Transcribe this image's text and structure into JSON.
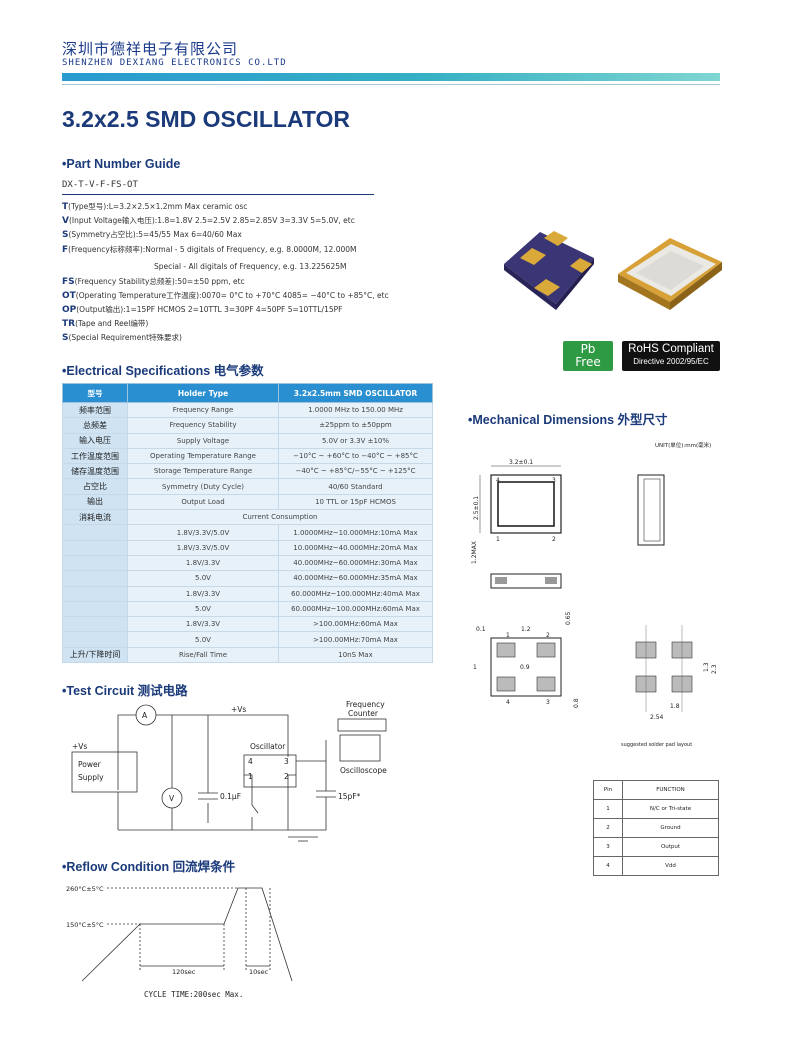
{
  "header": {
    "company_cn": "深圳市德祥电子有限公司",
    "company_en": "SHENZHEN DEXIANG ELECTRONICS CO.LTD",
    "title": "3.2x2.5 SMD OSCILLATOR"
  },
  "part_number": {
    "heading": "•Part Number Guide",
    "code": "DX-T-V-F-FS-OT",
    "lines": [
      {
        "key": "T",
        "text": "(Type型号):L=3.2×2.5×1.2mm Max ceramic osc"
      },
      {
        "key": "V",
        "text": "(Input Voltage输入电压):1.8=1.8V  2.5=2.5V  2.85=2.85V  3=3.3V  5=5.0V, etc"
      },
      {
        "key": "S",
        "text": "(Symmetry占空比):5=45/55 Max 6=40/60 Max"
      },
      {
        "key": "F",
        "text": "(Frequency标称频率):Normal - 5 digitals of Frequency, e.g. 8.0000M, 12.000M"
      },
      {
        "key": "",
        "text": "Special - All digitals of Frequency, e.g. 13.225625M"
      },
      {
        "key": "FS",
        "text": "(Frequency Stability总频差):50=±50 ppm, etc"
      },
      {
        "key": "OT",
        "text": "(Operating Temperature工作温度):0070= 0°C to +70°C 4085= −40°C to +85°C, etc"
      },
      {
        "key": "OP",
        "text": "(Output输出):1=15PF HCMOS  2=10TTL 3=30PF 4=50PF 5=10TTL/15PF"
      },
      {
        "key": "TR",
        "text": "(Tape and Reel编带)"
      },
      {
        "key": "S",
        "text": "(Special Requirement特殊要求)"
      }
    ]
  },
  "badges": {
    "pb_1": "Pb",
    "pb_2": "Free",
    "rohs_1": "RoHS Compliant",
    "rohs_2": "Directive 2002/95/EC"
  },
  "electrical": {
    "heading": "•Electrical Specifications 电气参数",
    "headers": [
      "型号",
      "Holder Type",
      "3.2x2.5mm SMD OSCILLATOR"
    ],
    "rows": [
      [
        "频率范围",
        "Frequency Range",
        "1.0000 MHz to 150.00 MHz"
      ],
      [
        "总频差",
        "Frequency Stability",
        "±25ppm to ±50ppm"
      ],
      [
        "输入电压",
        "Supply Voltage",
        "5.0V or 3.3V ±10%"
      ],
      [
        "工作温度范围",
        "Operating Temperature Range",
        "−10°C ~ +60°C to −40°C ~ +85°C"
      ],
      [
        "储存温度范围",
        "Storage Temperature Range",
        "−40°C ~ +85°C/−55°C ~ +125°C"
      ],
      [
        "占空比",
        "Symmetry (Duty Cycle)",
        "40/60 Standard"
      ],
      [
        "输出",
        "Output Load",
        "10 TTL or 15pF HCMOS"
      ],
      [
        "消耗电流",
        "Current Consumption",
        ""
      ],
      [
        "",
        "1.8V/3.3V/5.0V",
        "1.0000MHz~10.000MHz:10mA Max"
      ],
      [
        "",
        "1.8V/3.3V/5.0V",
        "10.000MHz~40.000MHz:20mA Max"
      ],
      [
        "",
        "1.8V/3.3V",
        "40.000MHz~60.000MHz:30mA Max"
      ],
      [
        "",
        "5.0V",
        "40.000MHz~60.000MHz:35mA Max"
      ],
      [
        "",
        "1.8V/3.3V",
        "60.000MHz~100.000MHz:40mA Max"
      ],
      [
        "",
        "5.0V",
        "60.000MHz~100.000MHz:60mA Max"
      ],
      [
        "",
        "1.8V/3.3V",
        ">100.00MHz:60mA Max"
      ],
      [
        "",
        "5.0V",
        ">100.00MHz:70mA Max"
      ],
      [
        "上升/下降时间",
        "Rise/Fall Time",
        "10nS Max"
      ]
    ]
  },
  "test_circuit": {
    "heading": "•Test Circuit 测试电路",
    "vs_top": "+Vs",
    "vs_left": "+Vs",
    "power_1": "Power",
    "power_2": "Supply",
    "ammeter": "A",
    "voltmeter": "V",
    "cap1": "0.1μF",
    "cap2": "15pF*",
    "oscillator": "Oscillator",
    "pin4": "4",
    "pin3": "3",
    "pin1": "1",
    "pin2": "2",
    "freq_1": "Frequency",
    "freq_2": "Counter",
    "oscilloscope": "Oscilloscope"
  },
  "reflow": {
    "heading": "•Reflow Condition 回流焊条件",
    "temp_high": "260°C±5°C",
    "temp_low": "150°C±5°C",
    "t1": "120sec",
    "t2": "10sec",
    "cycle": "CYCLE TIME:200sec Max."
  },
  "mechanical": {
    "heading": "•Mechanical Dimensions 外型尺寸",
    "unit": "UNIT(单位):mm(毫米)",
    "dim_w": "3.2±0.1",
    "dim_h": "2.5±0.1",
    "dim_t": "1.2MAX",
    "pins_top": [
      "4",
      "3"
    ],
    "pins_bot": [
      "1",
      "2"
    ],
    "b_01": "0.1",
    "b_12": "1.2",
    "b_065": "0.65",
    "b_09": "0.9",
    "b_08": "0.8",
    "b_1": "1",
    "b_pins_top": [
      "1",
      "2"
    ],
    "b_pins_bot": [
      "4",
      "3"
    ],
    "l_18": "1.8",
    "l_13": "1.3",
    "l_23": "2.3",
    "l_254": "2.54",
    "layout_caption": "suggested solder pad layout"
  },
  "function_table": {
    "header": [
      "Pin",
      "FUNCTION"
    ],
    "rows": [
      [
        "1",
        "N/C or Tri-state"
      ],
      [
        "2",
        "Ground"
      ],
      [
        "3",
        "Output"
      ],
      [
        "4",
        "Vdd"
      ]
    ]
  }
}
